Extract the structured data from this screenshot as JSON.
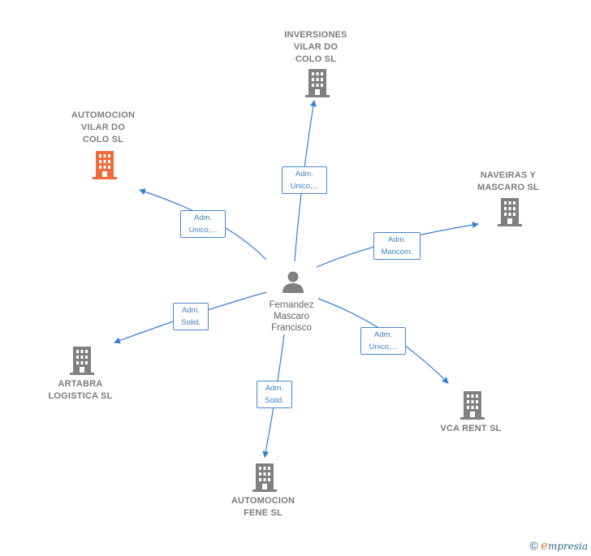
{
  "person": {
    "name": "Fernandez\nMascaro\nFrancisco"
  },
  "companies": [
    {
      "label": "INVERSIONES\nVILAR DO\nCOLO  SL",
      "color": "#808080"
    },
    {
      "label": "AUTOMOCION\nVILAR DO\nCOLO  SL",
      "color": "#f26a3b"
    },
    {
      "label": "NAVEIRAS Y\nMASCARO  SL",
      "color": "#808080"
    },
    {
      "label": "ARTABRA\nLOGISTICA  SL",
      "color": "#808080"
    },
    {
      "label": "VCA RENT  SL",
      "color": "#808080"
    },
    {
      "label": "AUTOMOCION\nFENE  SL",
      "color": "#808080"
    }
  ],
  "relations": [
    {
      "label": "Adm.\nUnico,..."
    },
    {
      "label": "Adm.\nUnico,..."
    },
    {
      "label": "Adm.\nMancom."
    },
    {
      "label": "Adm.\nSolid."
    },
    {
      "label": "Adm.\nUnico,..."
    },
    {
      "label": "Adm.\nSolid."
    }
  ],
  "colors": {
    "edge": "#3a7dd4",
    "node": "#808080",
    "highlight": "#f26a3b"
  },
  "footer": {
    "copyright": "©",
    "brand_first": "e",
    "brand_rest": "mpresia"
  }
}
